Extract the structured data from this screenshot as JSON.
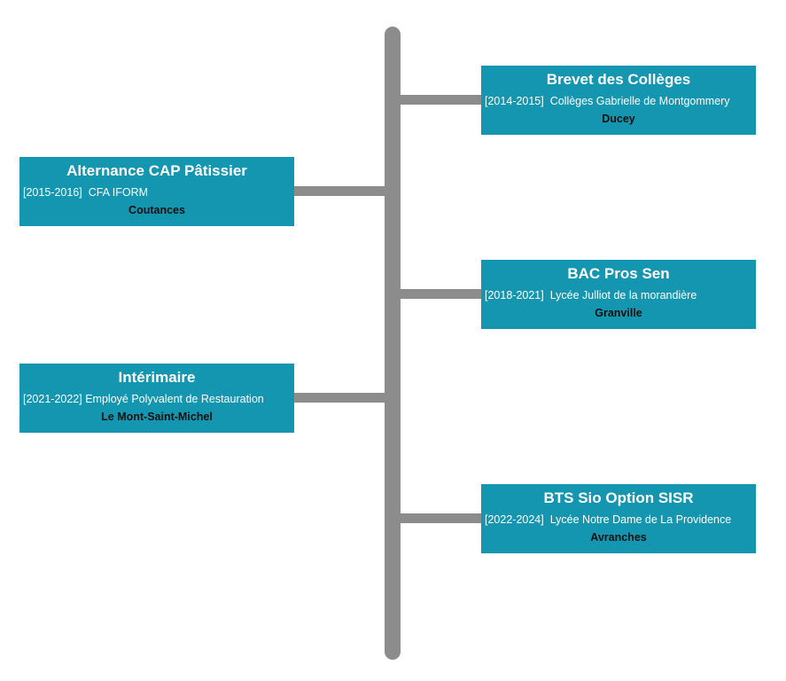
{
  "timeline": {
    "entries": [
      {
        "title": "Brevet des Collèges",
        "years": "[2014-2015]",
        "institution": "Collèges Gabrielle de Montgommery",
        "location": "Ducey"
      },
      {
        "title": "Alternance CAP Pâtissier",
        "years": "[2015-2016]",
        "institution": "CFA IFORM",
        "location": "Coutances"
      },
      {
        "title": "BAC Pros Sen",
        "years": "[2018-2021]",
        "institution": "Lycée Julliot de la morandière",
        "location": "Granville"
      },
      {
        "title": "Intérimaire",
        "years": "[2021-2022]",
        "institution": "Employé Polyvalent de Restauration",
        "location": "Le Mont-Saint-Michel"
      },
      {
        "title": "BTS Sio Option SISR",
        "years": "[2022-2024]",
        "institution": "Lycée Notre Dame de La Providence",
        "location": "Avranches"
      }
    ]
  },
  "colors": {
    "card": "#1495b0",
    "spine": "#8c8c8c",
    "title_text": "#ffffff",
    "location_text": "#111111"
  }
}
